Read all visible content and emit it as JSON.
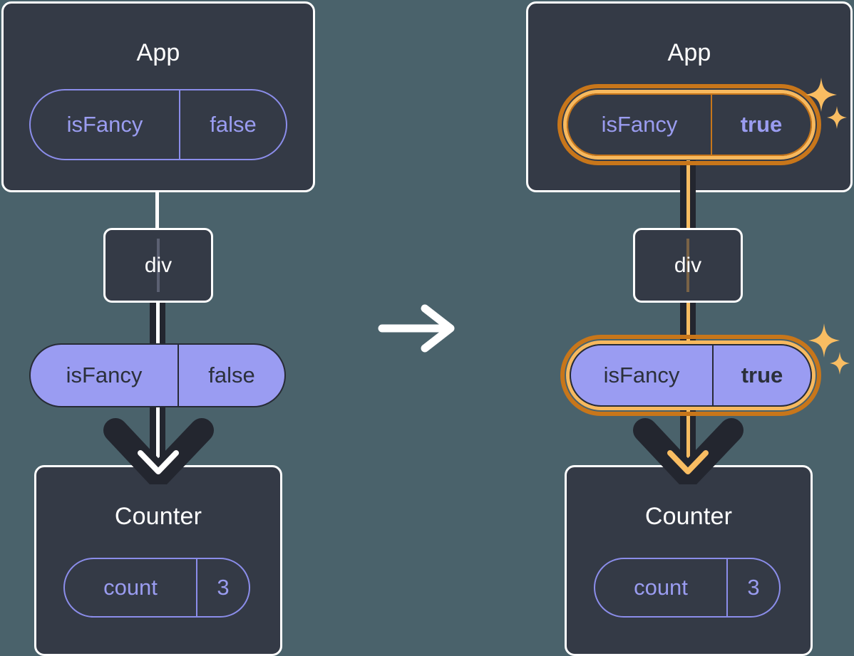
{
  "diagram": {
    "type": "react-state-propagation",
    "background_color": "#4a626b",
    "panel_color": "#343a46",
    "panel_border_color": "#ffffff",
    "pill_outline_color": "#8b8dea",
    "pill_fill_color": "#9a9cf2",
    "highlight_outer_color": "#c8761a",
    "highlight_inner_color": "#f7b95e",
    "sparkle_color": "#f9bd62",
    "connector_dark_color": "#23262f",
    "connector_core_color": "#ffffff",
    "connector_core_highlight_color": "#f9bd62"
  },
  "transition": {
    "icon": "arrow-right-icon",
    "label": "becomes"
  },
  "before": {
    "app": {
      "title": "App",
      "prop": {
        "name": "isFancy",
        "value": "false",
        "style": "outline",
        "highlighted": false
      }
    },
    "div": {
      "title": "div",
      "highlighted": false
    },
    "passed_prop": {
      "name": "isFancy",
      "value": "false",
      "style": "filled",
      "highlighted": false
    },
    "counter": {
      "title": "Counter",
      "state": {
        "name": "count",
        "value": "3",
        "style": "outline",
        "highlighted": false
      }
    },
    "arrow": {
      "icon": "arrow-down-icon",
      "color": "#ffffff"
    }
  },
  "after": {
    "app": {
      "title": "App",
      "prop": {
        "name": "isFancy",
        "value": "true",
        "style": "outline",
        "highlighted": true
      }
    },
    "div": {
      "title": "div",
      "highlighted": true
    },
    "passed_prop": {
      "name": "isFancy",
      "value": "true",
      "style": "filled",
      "highlighted": true
    },
    "counter": {
      "title": "Counter",
      "state": {
        "name": "count",
        "value": "3",
        "style": "outline",
        "highlighted": false
      }
    },
    "arrow": {
      "icon": "arrow-down-icon",
      "color": "#f9bd62"
    },
    "sparkles": {
      "icon": "sparkles-icon",
      "count": 2
    }
  }
}
